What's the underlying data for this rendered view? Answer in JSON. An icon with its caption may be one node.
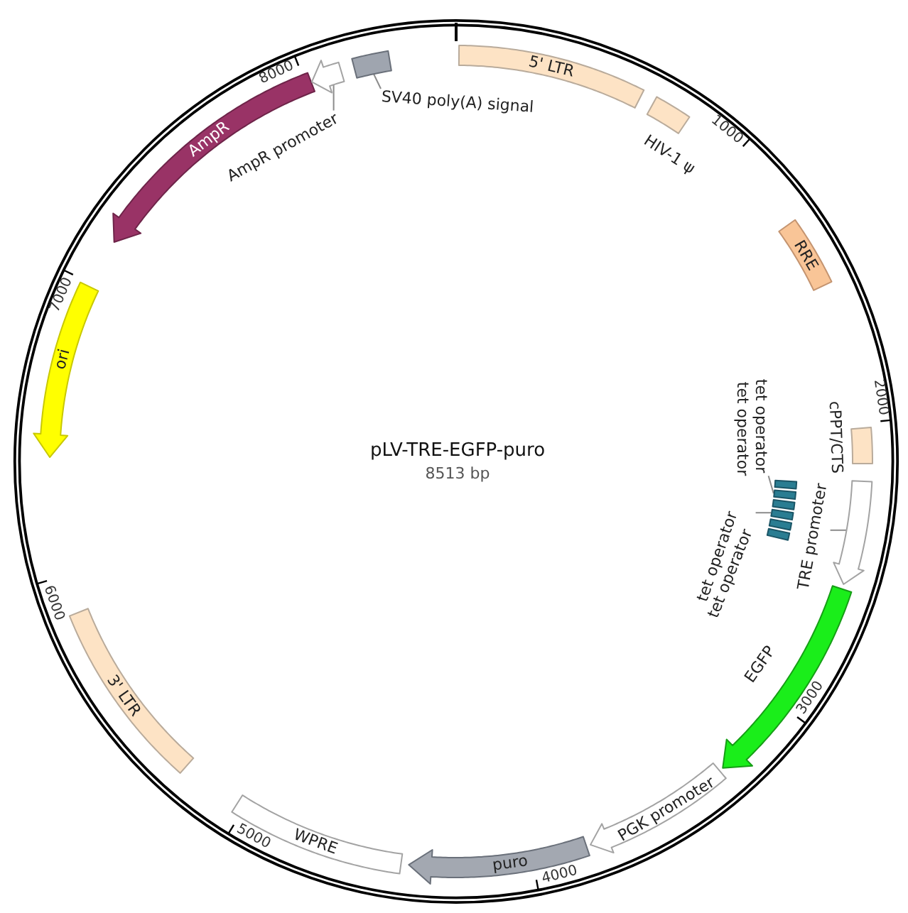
{
  "diagram": {
    "title": "pLV-TRE-EGFP-puro",
    "nodes": [
      {
        "text": [
          "5' LTR"
        ]
      },
      {
        "text": [],
        "shape": "box",
        "beside": [
          "HIV-1 ψ"
        ]
      },
      {
        "text": [
          "RRE"
        ]
      },
      {
        "text": [],
        "shape": "box",
        "beside": [
          "cPPT/CTS"
        ]
      },
      {
        "text": [
          "tet operator"
        ]
      },
      {
        "text": [
          "tet operator"
        ]
      },
      {
        "text": [],
        "shape": "bar"
      },
      {
        "text": [],
        "shape": "bar"
      },
      {
        "text": [],
        "shape": "bar"
      },
      {
        "text": [],
        "shape": "bar"
      },
      {
        "text": [],
        "shape": "bar"
      },
      {
        "text": [],
        "shape": "bar"
      },
      {
        "text": [
          "tet operator"
        ]
      },
      {
        "text": [
          "tet operator"
        ]
      },
      {
        "text": [
          "TRE promoter"
        ]
      },
      {
        "text": [],
        "shape": "arrow"
      },
      {
        "text": [],
        "shape": "arrow",
        "beside": [
          "EGFP"
        ]
      },
      {
        "text": [
          "PGK promoter"
        ]
      },
      {
        "text": [
          "puro"
        ]
      },
      {
        "text": [
          "WPRE"
        ]
      },
      {
        "text": [
          "3' LTR"
        ]
      },
      {
        "text": [
          "ori"
        ]
      },
      {
        "text": [
          "AmpR"
        ]
      },
      {
        "text": [
          "AmpR promoter"
        ]
      },
      {
        "text": [],
        "shape": "arrow"
      },
      {
        "text": [],
        "shape": "box"
      },
      {
        "text": [
          "SV40 poly(A) signal"
        ]
      }
    ],
    "edges": [
      {
        "from": 4,
        "to": 7,
        "arrow": "none"
      },
      {
        "from": 5,
        "to": 7,
        "arrow": "none"
      },
      {
        "from": 12,
        "to": 9,
        "arrow": "none"
      },
      {
        "from": 13,
        "to": 9,
        "arrow": "none"
      },
      {
        "from": 14,
        "to": 15,
        "arrow": "none"
      },
      {
        "from": 23,
        "to": 24,
        "arrow": "none"
      },
      {
        "from": 26,
        "to": 25,
        "arrow": "none"
      }
    ],
    "labels": [
      "8513 bp",
      "1000",
      "2000",
      "3000",
      "4000",
      "5000",
      "6000",
      "7000",
      "8000"
    ]
  }
}
